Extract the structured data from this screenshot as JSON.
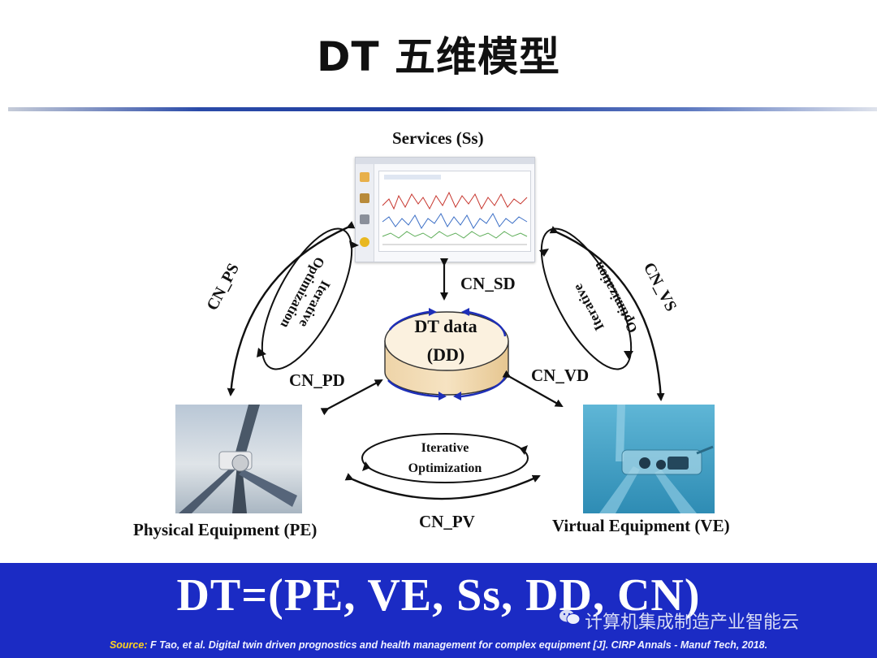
{
  "title": "DT 五维模型",
  "nodes": {
    "services": "Services (Ss)",
    "physical": "Physical Equipment (PE)",
    "virtual": "Virtual Equipment (VE)",
    "data_line1": "DT data",
    "data_line2": "(DD)"
  },
  "connections": {
    "cn_sd": "CN_SD",
    "cn_pd": "CN_PD",
    "cn_vd": "CN_VD",
    "cn_ps": "CN_PS",
    "cn_vs": "CN_VS",
    "cn_pv": "CN_PV"
  },
  "loops": {
    "left_line1": "Optimization",
    "left_line2": "Iterative",
    "right_line1": "Optimization",
    "right_line2": "Iterative",
    "bottom_line1": "Iterative",
    "bottom_line2": "Optimization"
  },
  "formula": "DT=(PE, VE, Ss, DD, CN)",
  "source": {
    "key": "Source:",
    "text": " F Tao, et al. Digital twin driven prognostics and health management for complex equipment [J]. CIRP Annals - Manuf Tech, 2018."
  },
  "watermark": "计算机集成制造产业智能云",
  "colors": {
    "band": "#1b2bc4",
    "loop_arrow": "#1e2fb8",
    "arrow": "#111111",
    "source_key": "#ffd21f"
  }
}
